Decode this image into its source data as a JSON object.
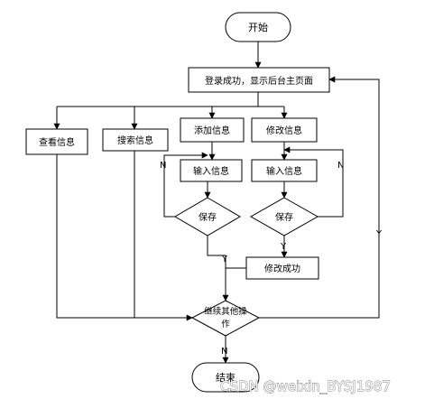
{
  "nodes": {
    "start": "开始",
    "main_page": "登录成功，显示后台主页面",
    "view_info": "查看信息",
    "search_info": "搜索信息",
    "add_info": "添加信息",
    "edit_info": "修改信息",
    "input_info_1": "输入信息",
    "input_info_2": "输入信息",
    "save_1": "保存",
    "save_2": "保存",
    "edit_success": "修改成功",
    "continue_line1": "继续其他操",
    "continue_line2": "作",
    "end": "结束"
  },
  "edge_labels": {
    "save1_no": "N",
    "save2_no": "N",
    "save1_yes": "Y",
    "save2_yes": "Y",
    "continue_yes": "Y",
    "continue_no": "N"
  },
  "watermark": "CSDN @weixin_BYSJ1987"
}
